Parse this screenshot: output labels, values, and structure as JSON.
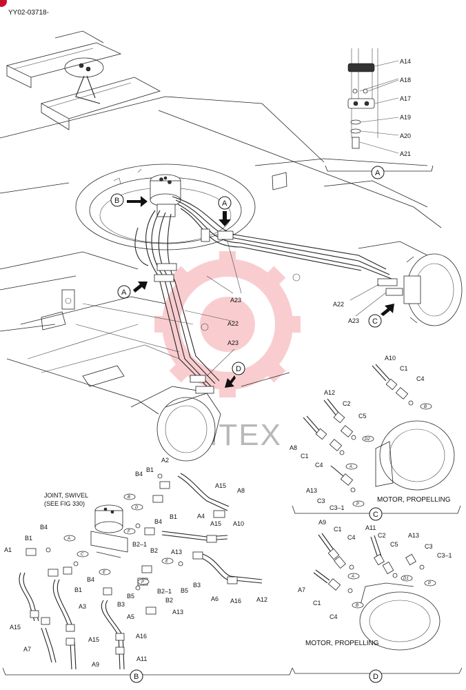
{
  "drawing_id": "YY02-03718-",
  "watermark": "ИНТЕХ",
  "detail_markers": {
    "A": "A",
    "B": "B",
    "C": "C",
    "D": "D"
  },
  "main_labels": {
    "a22": "A22",
    "a23": "A23"
  },
  "detail_a": {
    "caption": "A",
    "parts": [
      "A14",
      "A18",
      "A17",
      "A19",
      "A20",
      "A21"
    ]
  },
  "detail_b": {
    "caption": "B",
    "joint_note_line1": "JOINT, SWIVEL",
    "joint_note_line2": "(SEE FIG 330)",
    "labels": {
      "a1": "A1",
      "a2": "A2",
      "a3": "A3",
      "a4": "A4",
      "a5": "A5",
      "a6": "A6",
      "a7": "A7",
      "a8": "A8",
      "a9": "A9",
      "a10": "A10",
      "a11": "A11",
      "a12": "A12",
      "a13": "A13",
      "a15": "A15",
      "a16": "A16",
      "b1": "B1",
      "b2": "B2",
      "b2_1": "B2–1",
      "b3": "B3",
      "b4": "B4",
      "b5": "B5"
    },
    "boxes": {
      "a": "A",
      "b": "B",
      "c": "C",
      "d": "D",
      "e": "E",
      "f": "F",
      "p": "P"
    }
  },
  "detail_c": {
    "caption": "C",
    "title": "MOTOR, PROPELLING",
    "labels": {
      "a8": "A8",
      "a10": "A10",
      "a12": "A12",
      "a13": "A13",
      "c1": "C1",
      "c2": "C2",
      "c3": "C3",
      "c3_1": "C3–1",
      "c4": "C4",
      "c5": "C5"
    },
    "boxes": {
      "a": "A",
      "b": "B",
      "p": "P",
      "d2": "D2"
    }
  },
  "detail_d": {
    "caption": "D",
    "title": "MOTOR, PROPELLING",
    "labels": {
      "a7": "A7",
      "a9": "A9",
      "a11": "A11",
      "a13": "A13",
      "c1": "C1",
      "c2": "C2",
      "c3": "C3",
      "c3_1": "C3–1",
      "c4": "C4",
      "c5": "C5"
    },
    "boxes": {
      "a": "A",
      "b": "B",
      "p": "P",
      "d1": "D1"
    }
  }
}
